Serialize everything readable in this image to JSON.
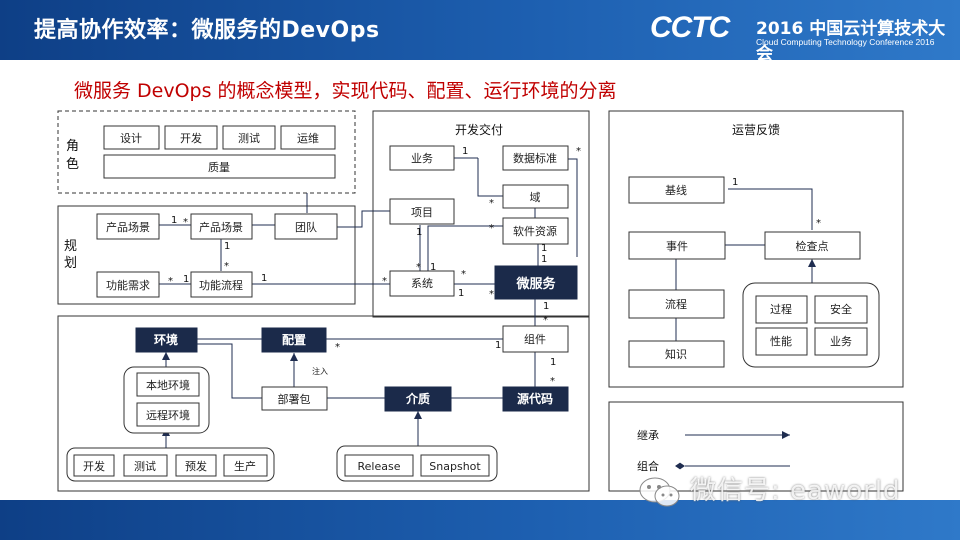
{
  "header": {
    "title": "提高协作效率：微服务的DevOps",
    "logo": "CCTC",
    "logo_year": "2016 中国云计算技术大会",
    "logo_subtitle": "Cloud Computing Technology Conference 2016"
  },
  "subtitle": "微服务 DevOps 的概念模型，实现代码、配置、运行环境的分离",
  "watermark": "微信号: eaworld",
  "role": {
    "label": "角色",
    "items": [
      "设计",
      "开发",
      "测试",
      "运维"
    ],
    "quality": "质量"
  },
  "planning": {
    "label": "规划",
    "product_scene_1": "产品场景",
    "product_scene_2": "产品场景",
    "team": "团队",
    "func_req": "功能需求",
    "func_flow": "功能流程"
  },
  "delivery": {
    "title": "开发交付",
    "business": "业务",
    "data_std": "数据标准",
    "domain": "域",
    "project": "项目",
    "software_asset": "软件资源",
    "system": "系统",
    "microservice": "微服务",
    "component": "组件"
  },
  "runtime": {
    "env": "环境",
    "config": "配置",
    "local_env": "本地环境",
    "remote_env": "远程环境",
    "deploy_pkg": "部署包",
    "inject": "注入",
    "media": "介质",
    "source_code": "源代码",
    "stages": [
      "开发",
      "测试",
      "预发",
      "生产"
    ],
    "release": "Release",
    "snapshot": "Snapshot"
  },
  "ops": {
    "title": "运营反馈",
    "baseline": "基线",
    "event": "事件",
    "process": "流程",
    "knowledge": "知识",
    "checkpoint": "检查点",
    "items": [
      "过程",
      "安全",
      "性能",
      "业务"
    ]
  },
  "legend": {
    "inherit": "继承",
    "compose": "组合"
  },
  "multiplicity": {
    "one": "1",
    "many": "*"
  }
}
